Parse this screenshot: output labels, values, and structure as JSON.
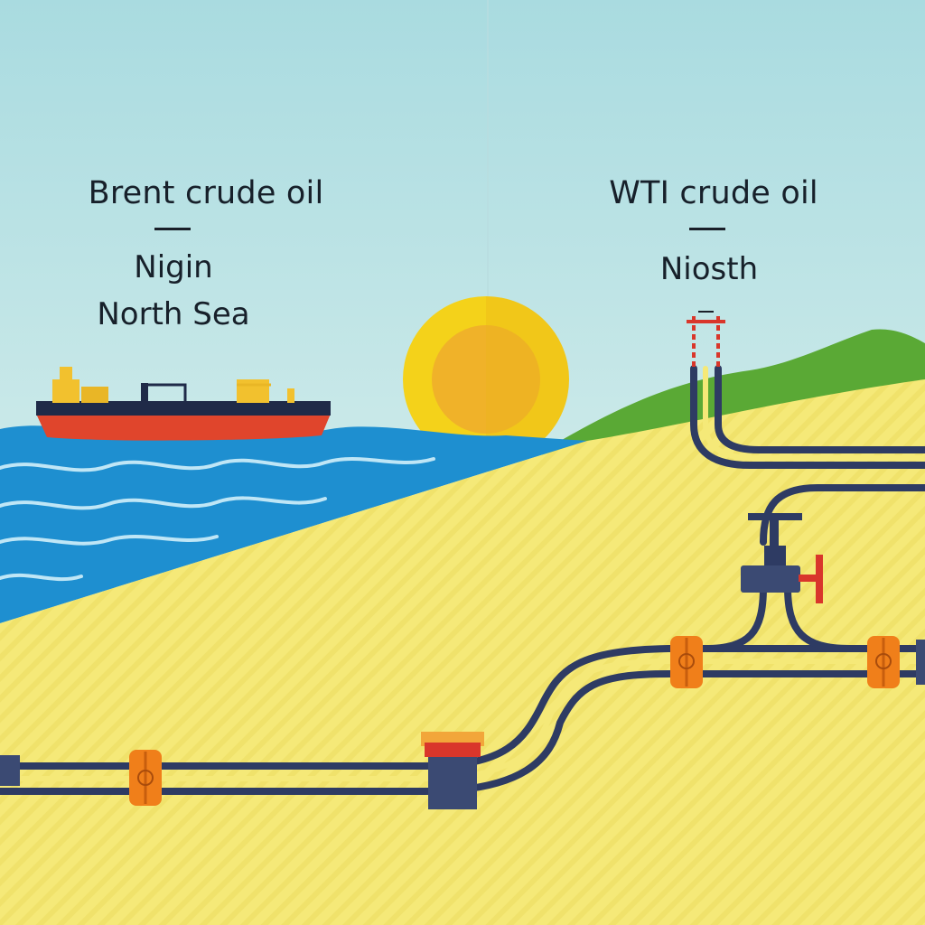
{
  "left_panel": {
    "title": "Brent crude oil",
    "line1": "Nigin",
    "line2": "North Sea"
  },
  "right_panel": {
    "title": "WTI crude oil",
    "line1": "Niosth"
  },
  "colors": {
    "sky_top": "#a9dbe0",
    "sky_bottom": "#eef8f2",
    "sea": "#1e8fd0",
    "sand": "#f5e978",
    "sun_outer": "#f4d21a",
    "sun_inner": "#f0b229",
    "hill": "#5aa935",
    "pipe": "#2e3b63",
    "flange": "#f07f1a",
    "ship_hull": "#e0452c",
    "ship_deck": "#1f2a48"
  },
  "icons": [
    "tanker-ship-icon",
    "sun-icon",
    "pipeline-icon",
    "valve-icon",
    "wellhead-icon",
    "flange-icon"
  ]
}
